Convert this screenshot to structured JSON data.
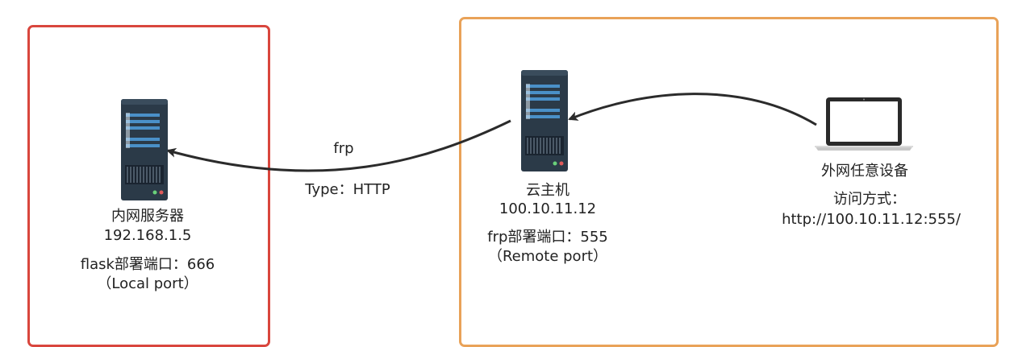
{
  "colors": {
    "local_frame": "#d9463d",
    "remote_frame": "#e9a258",
    "arrow": "#2b2b2b",
    "server_body": "#2b3a48",
    "server_bar": "#4a90c8"
  },
  "nodes": {
    "local_server": {
      "icon": "server-icon",
      "name": "内网服务器",
      "ip": "192.168.1.5",
      "port": "flask部署端口：666",
      "port_note": "（Local port）"
    },
    "cloud_host": {
      "icon": "server-icon",
      "name": "云主机",
      "ip": "100.10.11.12",
      "port": "frp部署端口：555",
      "port_note": "（Remote port）"
    },
    "external_device": {
      "icon": "laptop-icon",
      "name": "外网任意设备",
      "access_label": "访问方式：",
      "access_url": "http://100.10.11.12:555/"
    }
  },
  "edges": {
    "tunnel": {
      "label": "frp",
      "type_label": "Type：HTTP"
    }
  }
}
